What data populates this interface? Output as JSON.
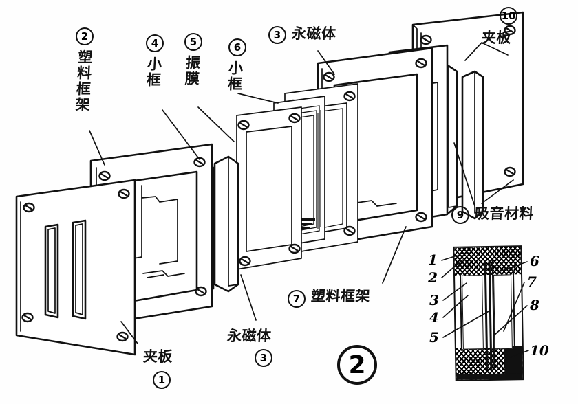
{
  "figure": {
    "number_label": "2",
    "title_note": "",
    "view_type": "exploded assembly drawing with partial cross-section"
  },
  "annotations": [
    {
      "id": "ann-2",
      "index": "2",
      "text": "塑料框架",
      "meaning": "plastic frame",
      "orientation": "vertical"
    },
    {
      "id": "ann-4",
      "index": "4",
      "text": "小框",
      "meaning": "small frame",
      "orientation": "vertical"
    },
    {
      "id": "ann-5",
      "index": "5",
      "text": "振膜",
      "meaning": "diaphragm",
      "orientation": "vertical"
    },
    {
      "id": "ann-6",
      "index": "6",
      "text": "小框",
      "meaning": "small frame",
      "orientation": "vertical"
    },
    {
      "id": "ann-3t",
      "index": "3",
      "text": "永磁体",
      "meaning": "permanent magnet",
      "orientation": "horizontal"
    },
    {
      "id": "ann-10",
      "index": "10",
      "text": "夹板",
      "meaning": "clamping plate",
      "orientation": "horizontal"
    },
    {
      "id": "ann-9",
      "index": "9",
      "text": "吸音材料",
      "meaning": "sound absorbing material",
      "orientation": "horizontal"
    },
    {
      "id": "ann-7",
      "index": "7",
      "text": "塑料框架",
      "meaning": "plastic frame",
      "orientation": "horizontal"
    },
    {
      "id": "ann-3b",
      "index": "3",
      "text": "永磁体",
      "meaning": "permanent magnet",
      "orientation": "horizontal"
    },
    {
      "id": "ann-1",
      "index": "1",
      "text": "夹板",
      "meaning": "clamping plate",
      "orientation": "horizontal"
    }
  ],
  "cross_section": {
    "callouts_left": [
      "1",
      "2",
      "3",
      "4",
      "5"
    ],
    "callouts_right": [
      "6",
      "7",
      "8",
      "10"
    ]
  },
  "parts_legend": {
    "1": "夹板",
    "2": "塑料框架",
    "3": "永磁体",
    "4": "小框",
    "5": "振膜",
    "6": "小框",
    "7": "塑料框架",
    "9": "吸音材料",
    "10": "夹板"
  },
  "colors": {
    "ink": "#111111",
    "paper": "#fefefe"
  }
}
